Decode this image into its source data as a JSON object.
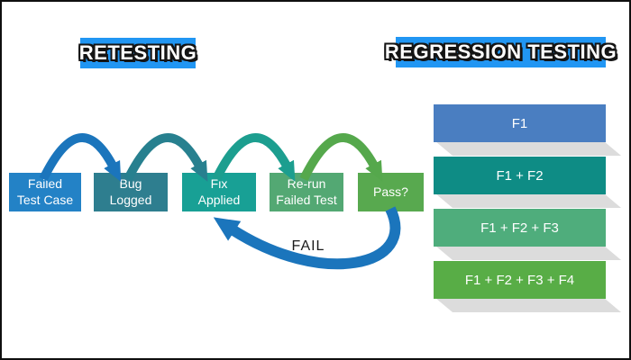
{
  "left_section": {
    "title": "RETESTING",
    "title_bg": "#2196F3",
    "flow_steps": [
      {
        "lines": [
          "Failed",
          "Test Case"
        ],
        "bg": "#2382C6"
      },
      {
        "lines": [
          "Bug",
          "Logged"
        ],
        "bg": "#2E7E8F"
      },
      {
        "lines": [
          "Fix",
          "Applied"
        ],
        "bg": "#18A095"
      },
      {
        "lines": [
          "Re-run",
          "Failed Test"
        ],
        "bg": "#53A873"
      },
      {
        "lines": [
          "Pass?"
        ],
        "bg": "#58A94F"
      }
    ],
    "arrows": [
      {
        "from": "Failed Test Case",
        "to": "Bug Logged",
        "color": "#1B75BC"
      },
      {
        "from": "Bug Logged",
        "to": "Fix Applied",
        "color": "#27808F"
      },
      {
        "from": "Fix Applied",
        "to": "Re-run Failed Test",
        "color": "#1C9E8F"
      },
      {
        "from": "Re-run Failed Test",
        "to": "Pass?",
        "color": "#55A84C"
      }
    ],
    "fail_arrow": {
      "label": "FAIL",
      "from": "Pass?",
      "to": "Fix Applied",
      "color": "#1B75BC"
    },
    "fail_text_color": "#1B1B1B"
  },
  "right_section": {
    "title": "REGRESSION TESTING",
    "title_bg": "#2196F3",
    "bars": [
      {
        "label": "F1",
        "bg": "#4A7EC1"
      },
      {
        "label": "F1 + F2",
        "bg": "#0E8C85"
      },
      {
        "label": "F1 + F2 + F3",
        "bg": "#4FAD7C"
      },
      {
        "label": "F1 + F2 + F3 + F4",
        "bg": "#58AD46"
      }
    ],
    "shadow_color": "#DCDCDC"
  }
}
